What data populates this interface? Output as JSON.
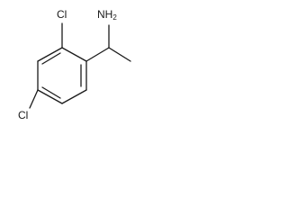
{
  "molecule": {
    "labels": {
      "amine": "NH",
      "amine_subscript": "2",
      "chloro_ortho": "Cl",
      "chloro_para": "Cl"
    },
    "colors": {
      "bond": "#1a1a1a",
      "background": "#ffffff"
    }
  }
}
